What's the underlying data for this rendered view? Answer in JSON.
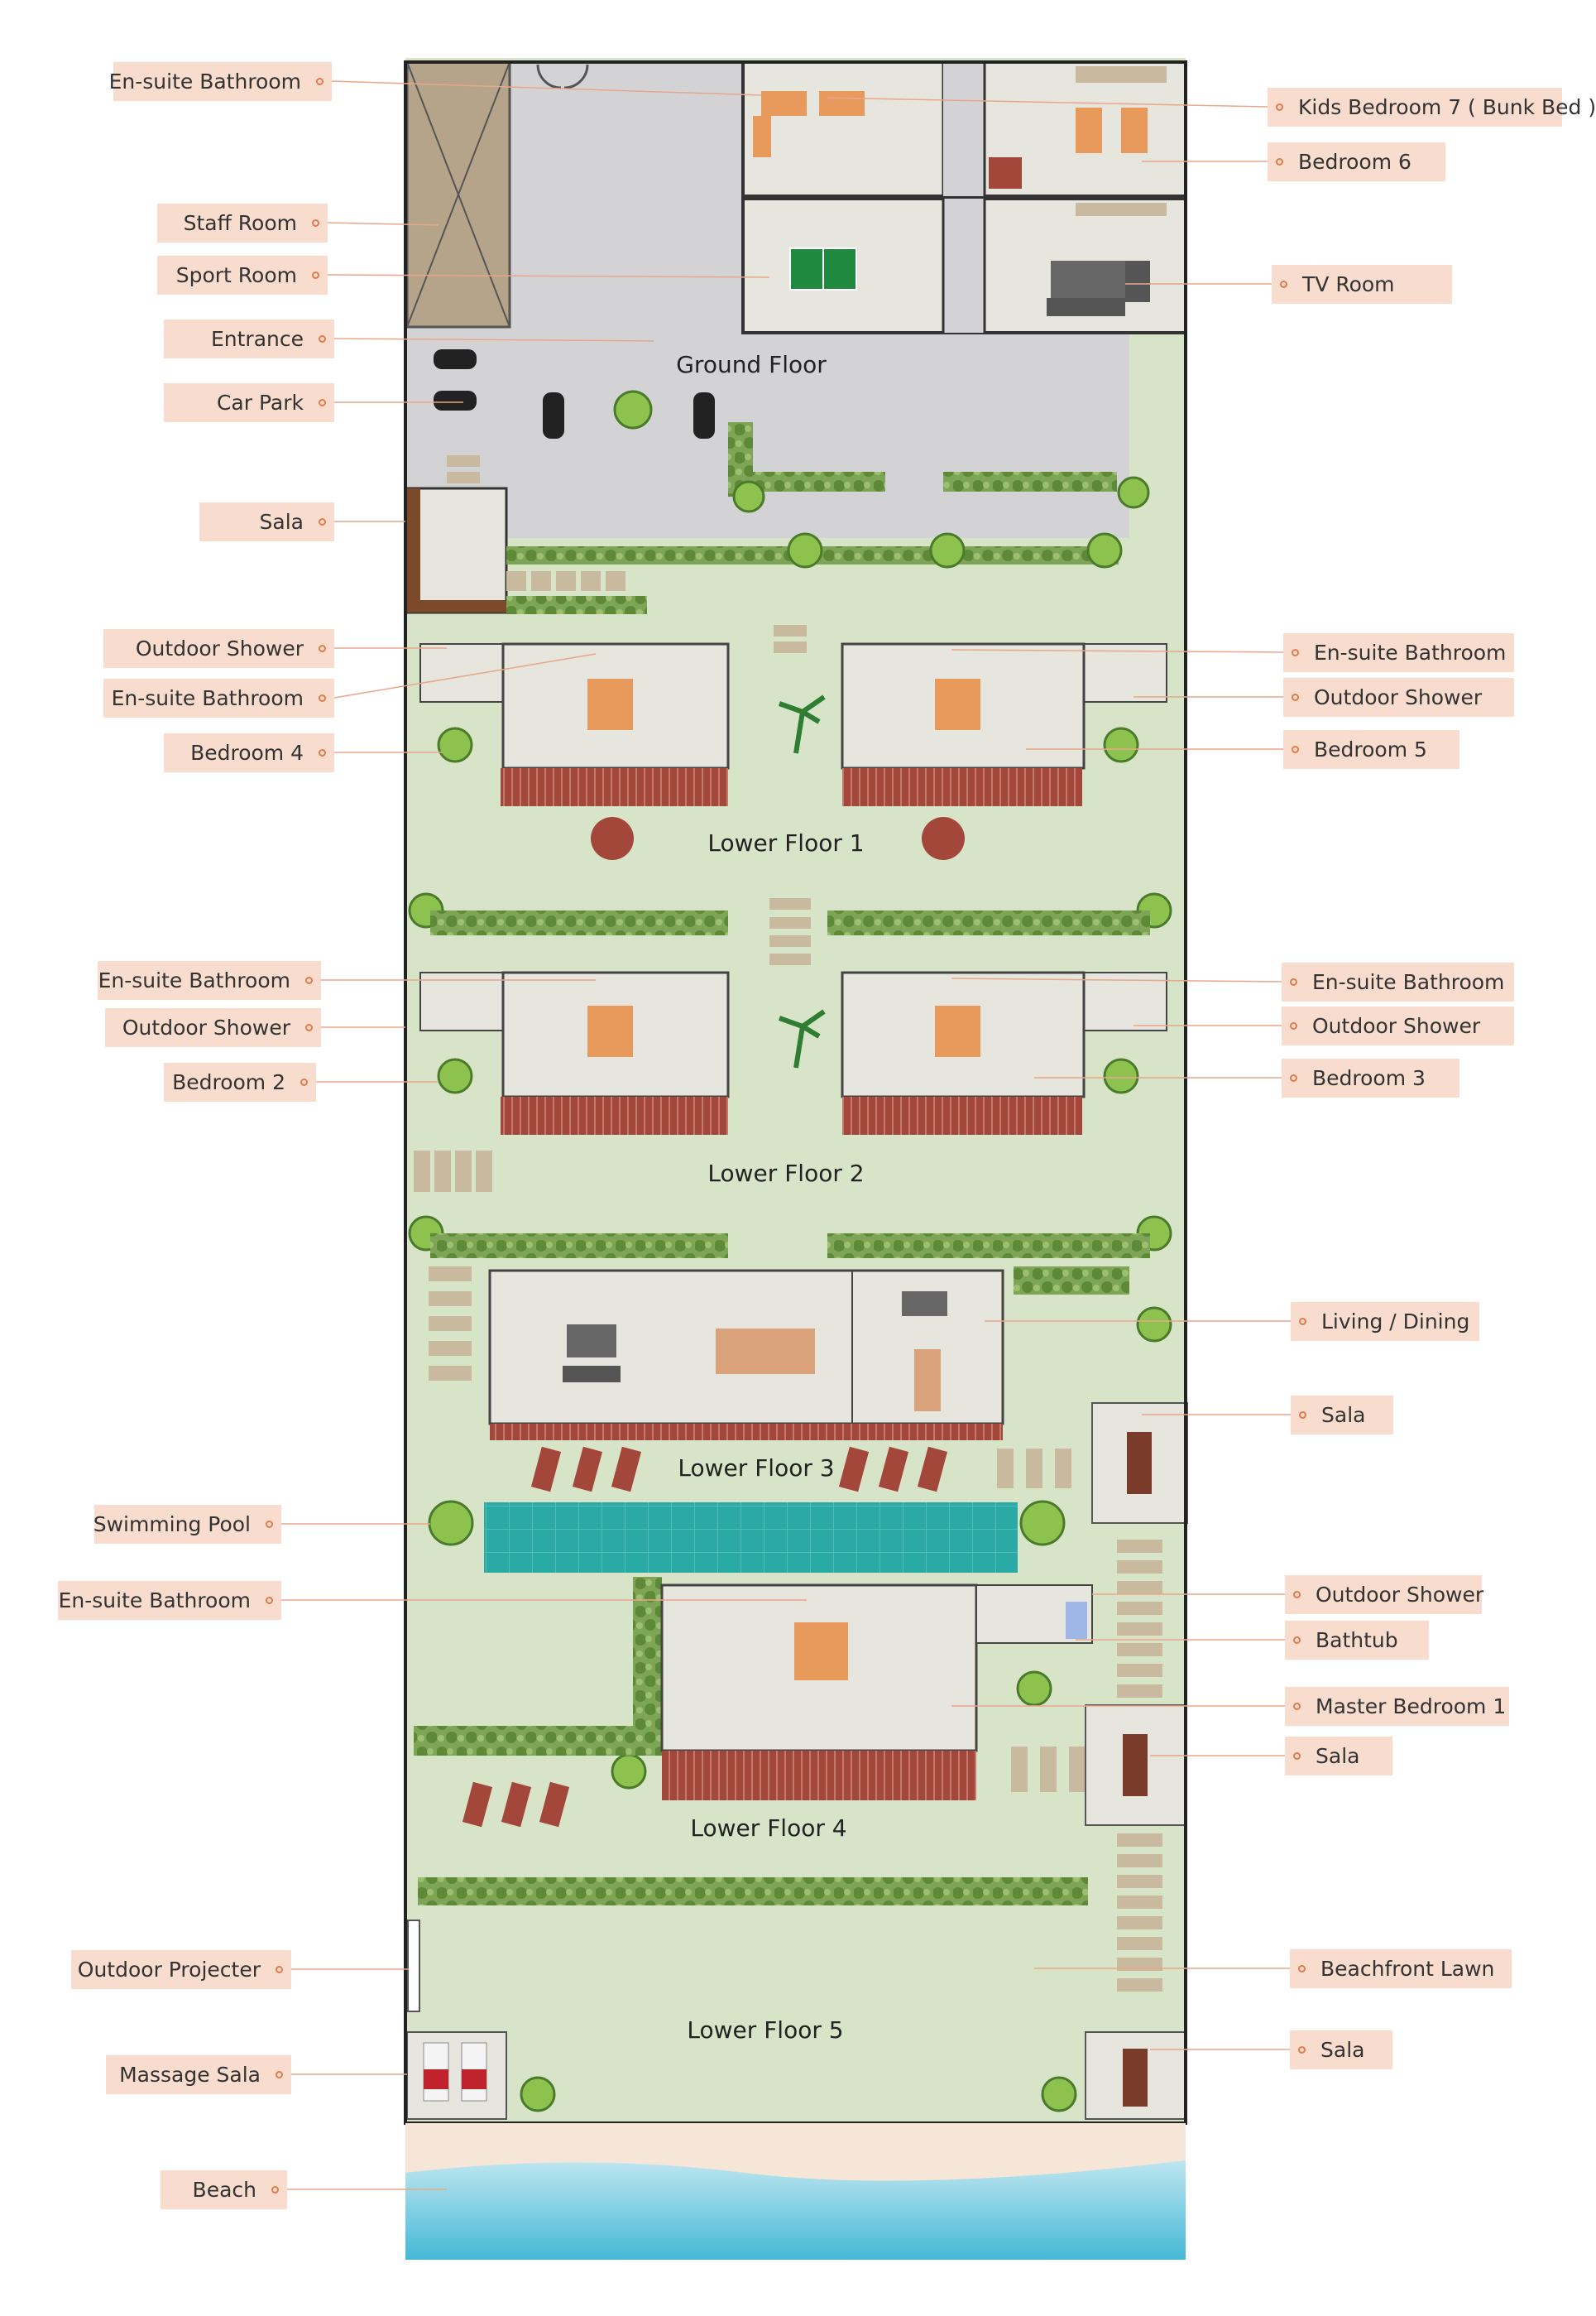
{
  "floor_titles": {
    "ground": "Ground Floor",
    "lower1": "Lower Floor 1",
    "lower2": "Lower Floor 2",
    "lower3": "Lower Floor 3",
    "lower4": "Lower Floor 4",
    "lower5": "Lower Floor 5"
  },
  "left_labels": [
    {
      "id": "en-suite-bathroom-top",
      "text": "En-suite Bathroom"
    },
    {
      "id": "staff-room",
      "text": "Staff Room"
    },
    {
      "id": "sport-room",
      "text": "Sport Room"
    },
    {
      "id": "entrance",
      "text": "Entrance"
    },
    {
      "id": "car-park",
      "text": "Car Park"
    },
    {
      "id": "sala-ground",
      "text": "Sala"
    },
    {
      "id": "outdoor-shower-b4",
      "text": "Outdoor Shower"
    },
    {
      "id": "en-suite-bathroom-b4",
      "text": "En-suite Bathroom"
    },
    {
      "id": "bedroom-4",
      "text": "Bedroom 4"
    },
    {
      "id": "en-suite-bathroom-b2",
      "text": "En-suite Bathroom"
    },
    {
      "id": "outdoor-shower-b2",
      "text": "Outdoor Shower"
    },
    {
      "id": "bedroom-2",
      "text": "Bedroom 2"
    },
    {
      "id": "swimming-pool",
      "text": "Swimming Pool"
    },
    {
      "id": "en-suite-bathroom-master",
      "text": "En-suite Bathroom"
    },
    {
      "id": "outdoor-projecter",
      "text": "Outdoor Projecter"
    },
    {
      "id": "massage-sala",
      "text": "Massage Sala"
    },
    {
      "id": "beach",
      "text": "Beach"
    }
  ],
  "right_labels": [
    {
      "id": "kids-bedroom-7",
      "text": "Kids Bedroom 7  ( Bunk Bed )"
    },
    {
      "id": "bedroom-6",
      "text": "Bedroom 6"
    },
    {
      "id": "tv-room",
      "text": "TV Room"
    },
    {
      "id": "en-suite-bathroom-b5",
      "text": "En-suite Bathroom"
    },
    {
      "id": "outdoor-shower-b5",
      "text": "Outdoor Shower"
    },
    {
      "id": "bedroom-5",
      "text": "Bedroom 5"
    },
    {
      "id": "en-suite-bathroom-b3",
      "text": "En-suite Bathroom"
    },
    {
      "id": "outdoor-shower-b3",
      "text": "Outdoor Shower"
    },
    {
      "id": "bedroom-3",
      "text": "Bedroom 3"
    },
    {
      "id": "living-dining",
      "text": "Living / Dining"
    },
    {
      "id": "sala-lower3",
      "text": "Sala"
    },
    {
      "id": "outdoor-shower-master",
      "text": "Outdoor Shower"
    },
    {
      "id": "bathtub",
      "text": "Bathtub"
    },
    {
      "id": "master-bedroom-1",
      "text": "Master Bedroom 1"
    },
    {
      "id": "sala-lower4",
      "text": "Sala"
    },
    {
      "id": "beachfront-lawn",
      "text": "Beachfront Lawn"
    },
    {
      "id": "sala-lower5",
      "text": "Sala"
    }
  ],
  "colors": {
    "lawn": "#d7e4c8",
    "pavement": "#d3d3d5",
    "room": "#e6e5de",
    "wall": "#555555",
    "deck": "#a3473b",
    "bed": "#e89a5c",
    "pool": "#2ba9a4",
    "hedge": "#6c9a44",
    "label_bg": "#f8dccd",
    "label_dot": "#e07b4b",
    "sand": "#f5e6d8",
    "sea": "#7ed0e6"
  }
}
